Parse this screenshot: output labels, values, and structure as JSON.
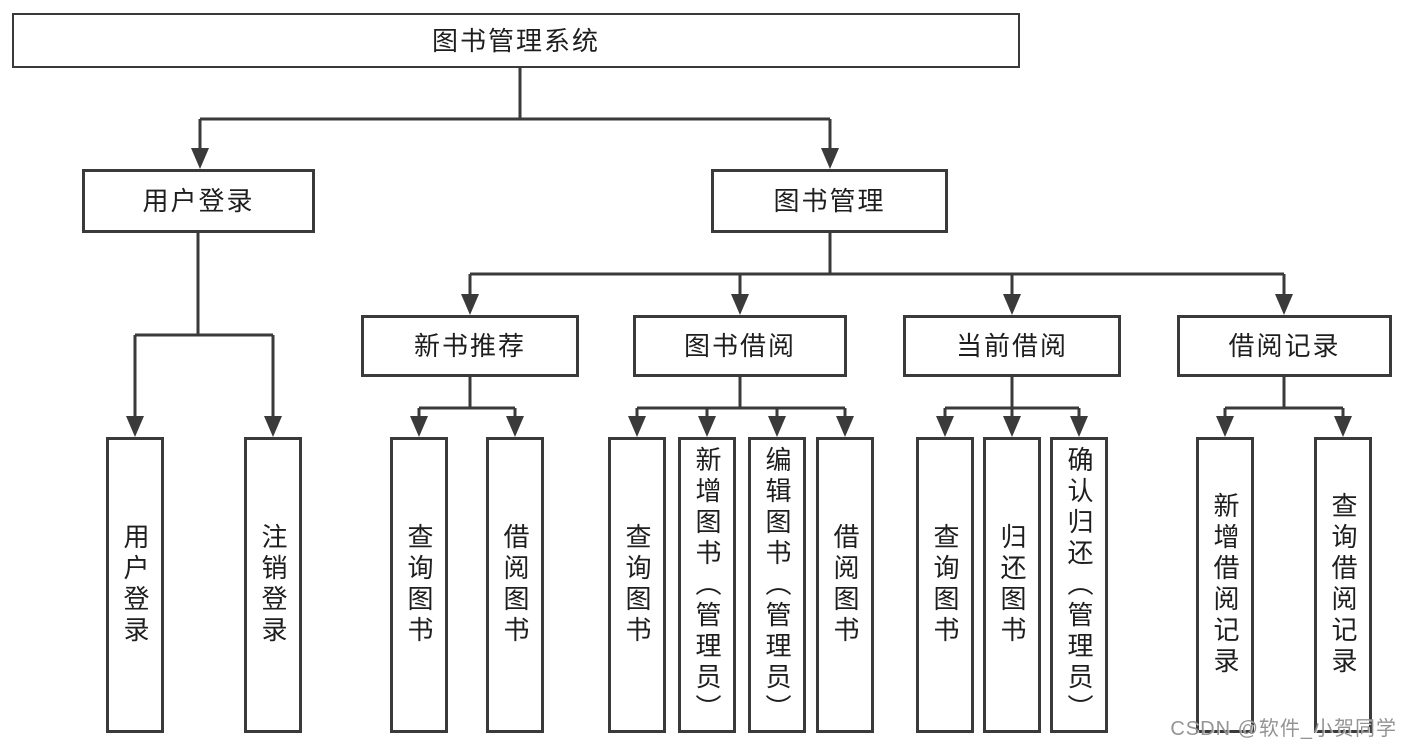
{
  "colors": {
    "line": "#3a3a3a",
    "text": "#1e1e1e",
    "watermark": "#8f8f8f",
    "bg": "#ffffff"
  },
  "diagram": {
    "root": {
      "label": "图书管理系统"
    },
    "level2": [
      {
        "label": "用户登录"
      },
      {
        "label": "图书管理"
      }
    ],
    "level3": [
      {
        "label": "新书推荐",
        "parent": "图书管理"
      },
      {
        "label": "图书借阅",
        "parent": "图书管理"
      },
      {
        "label": "当前借阅",
        "parent": "图书管理"
      },
      {
        "label": "借阅记录",
        "parent": "图书管理"
      }
    ],
    "leaves": [
      {
        "label": "用户登录",
        "parent": "用户登录"
      },
      {
        "label": "注销登录",
        "parent": "用户登录"
      },
      {
        "label": "查询图书",
        "parent": "新书推荐"
      },
      {
        "label": "借阅图书",
        "parent": "新书推荐"
      },
      {
        "label": "查询图书",
        "parent": "图书借阅"
      },
      {
        "label": "新增图书（管理员）",
        "parent": "图书借阅"
      },
      {
        "label": "编辑图书（管理员）",
        "parent": "图书借阅"
      },
      {
        "label": "借阅图书",
        "parent": "图书借阅"
      },
      {
        "label": "查询图书",
        "parent": "当前借阅"
      },
      {
        "label": "归还图书",
        "parent": "当前借阅"
      },
      {
        "label": "确认归还（管理员）",
        "parent": "当前借阅"
      },
      {
        "label": "新增借阅记录",
        "parent": "借阅记录"
      },
      {
        "label": "查询借阅记录",
        "parent": "借阅记录"
      }
    ]
  },
  "watermark": {
    "text": "CSDN @软件_小贺同学"
  }
}
